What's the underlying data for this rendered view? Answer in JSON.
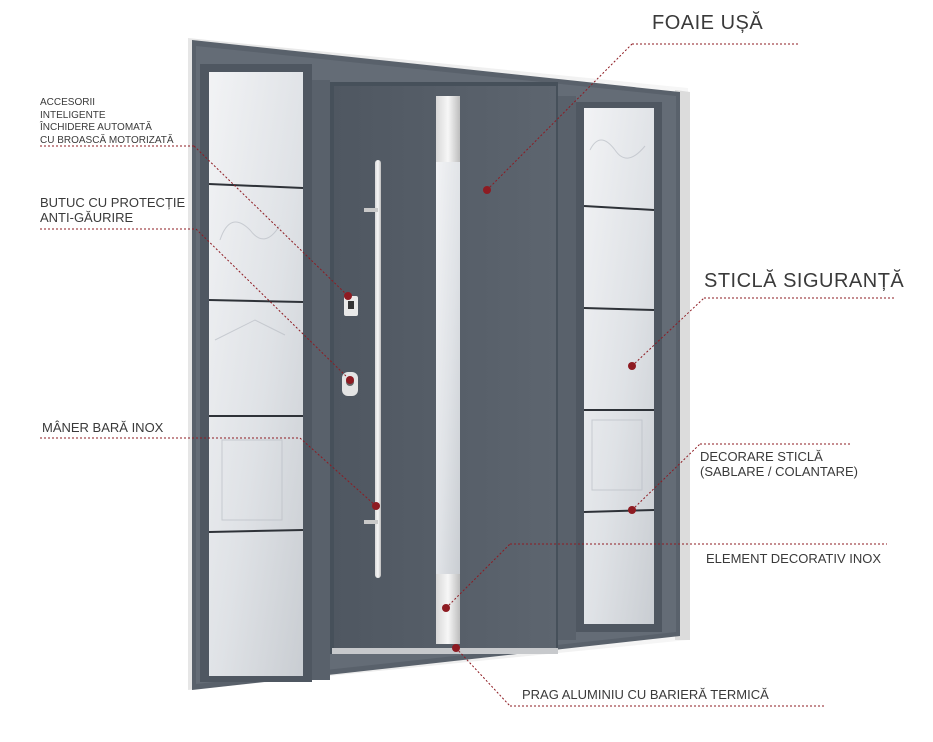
{
  "labels": {
    "foaie_usa": "FOAIE UȘĂ",
    "accesorii": "ACCESORII\nINTELIGENTE\nÎNCHIDERE AUTOMATĂ\nCU BROASCĂ MOTORIZATĂ",
    "butuc": "BUTUC CU PROTECȚIE\nANTI-GĂURIRE",
    "sticla_siguranta": "STICLĂ SIGURANȚĂ",
    "maner": "MÂNER BARĂ INOX",
    "decorare": "DECORARE STICLĂ\n(SABLARE / COLANTARE)",
    "element_decorativ": "ELEMENT DECORATIV INOX",
    "prag": "PRAG ALUMINIU CU BARIERĂ TERMICĂ"
  },
  "colors": {
    "frame": "#59616b",
    "door_leaf": "#525a64",
    "glass": "#e8eaed",
    "leader": "#8e1b22",
    "wall": "#f4f4f4",
    "text": "#3a3a3a"
  }
}
